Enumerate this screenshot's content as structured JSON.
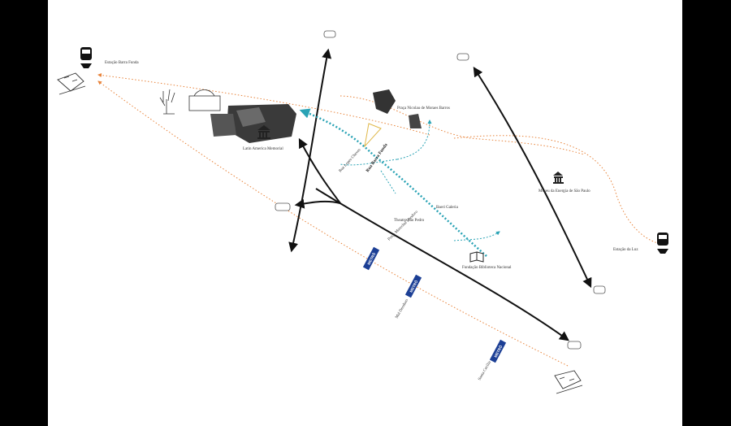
{
  "places": {
    "estacao_barra_funda": "Estação Barra Funda",
    "praca_nicolau": "Praça Nicolau de Moraes Barros",
    "latin_america_memorial": "Latin America Memorial",
    "rua_lopes_chaves": "Rua Lopes Chaves",
    "rua_barra_funda": "Rua Barra Funda",
    "museu_energia": "Museu da Energia de São Paulo",
    "teatro": "Theatro São Pedro",
    "baeri_galeria": "Baeri Galeria",
    "praca_marechal": "Praça Marechal Deodoro",
    "fundacao": "Fundação Biblioteca Nacional",
    "estacao_luz": "Estação da Luz",
    "mal_deodoro": "Mal Deodoro",
    "santa_cecilia": "Santa Cecília"
  },
  "metro": {
    "label": "METRÔ"
  },
  "colors": {
    "rail_route": "#e8833a",
    "walking_route": "#2aa3b5",
    "road": "#111111",
    "metro_badge": "#1c3f95",
    "highlight": "#e0b84a"
  },
  "icons": [
    "train-icon",
    "train-car-icon",
    "car-icon",
    "museum-icon",
    "book-icon",
    "hand-sculpture-icon",
    "metro-badge-icon"
  ]
}
